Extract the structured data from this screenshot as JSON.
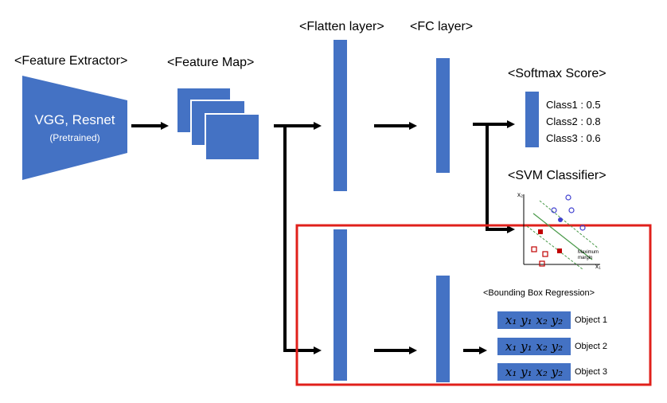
{
  "labels": {
    "feature_extractor": "<Feature Extractor>",
    "feature_map": "<Feature Map>",
    "flatten_layer": "<Flatten layer>",
    "fc_layer": "<FC layer>",
    "softmax_score": "<Softmax Score>",
    "svm_classifier": "<SVM Classifier>",
    "bbox_regression": "<Bounding Box Regression>"
  },
  "extractor": {
    "name": "VGG, Resnet",
    "note": "(Pretrained)"
  },
  "softmax": [
    "Class1 : 0.5",
    "Class2 : 0.8",
    "Class3 : 0.6"
  ],
  "svm_plot": {
    "y_axis": "x₂",
    "x_axis": "x₁",
    "annotation": "Maximum margin"
  },
  "bbox_rows": [
    {
      "coords": "x₁ y₁ x₂ y₂",
      "label": "Object 1"
    },
    {
      "coords": "x₁ y₁ x₂ y₂",
      "label": "Object 2"
    },
    {
      "coords": "x₁ y₁ x₂ y₂",
      "label": "Object 3"
    }
  ],
  "colors": {
    "block": "#4472c4",
    "highlight": "#e0201b",
    "arrow": "#000000"
  }
}
